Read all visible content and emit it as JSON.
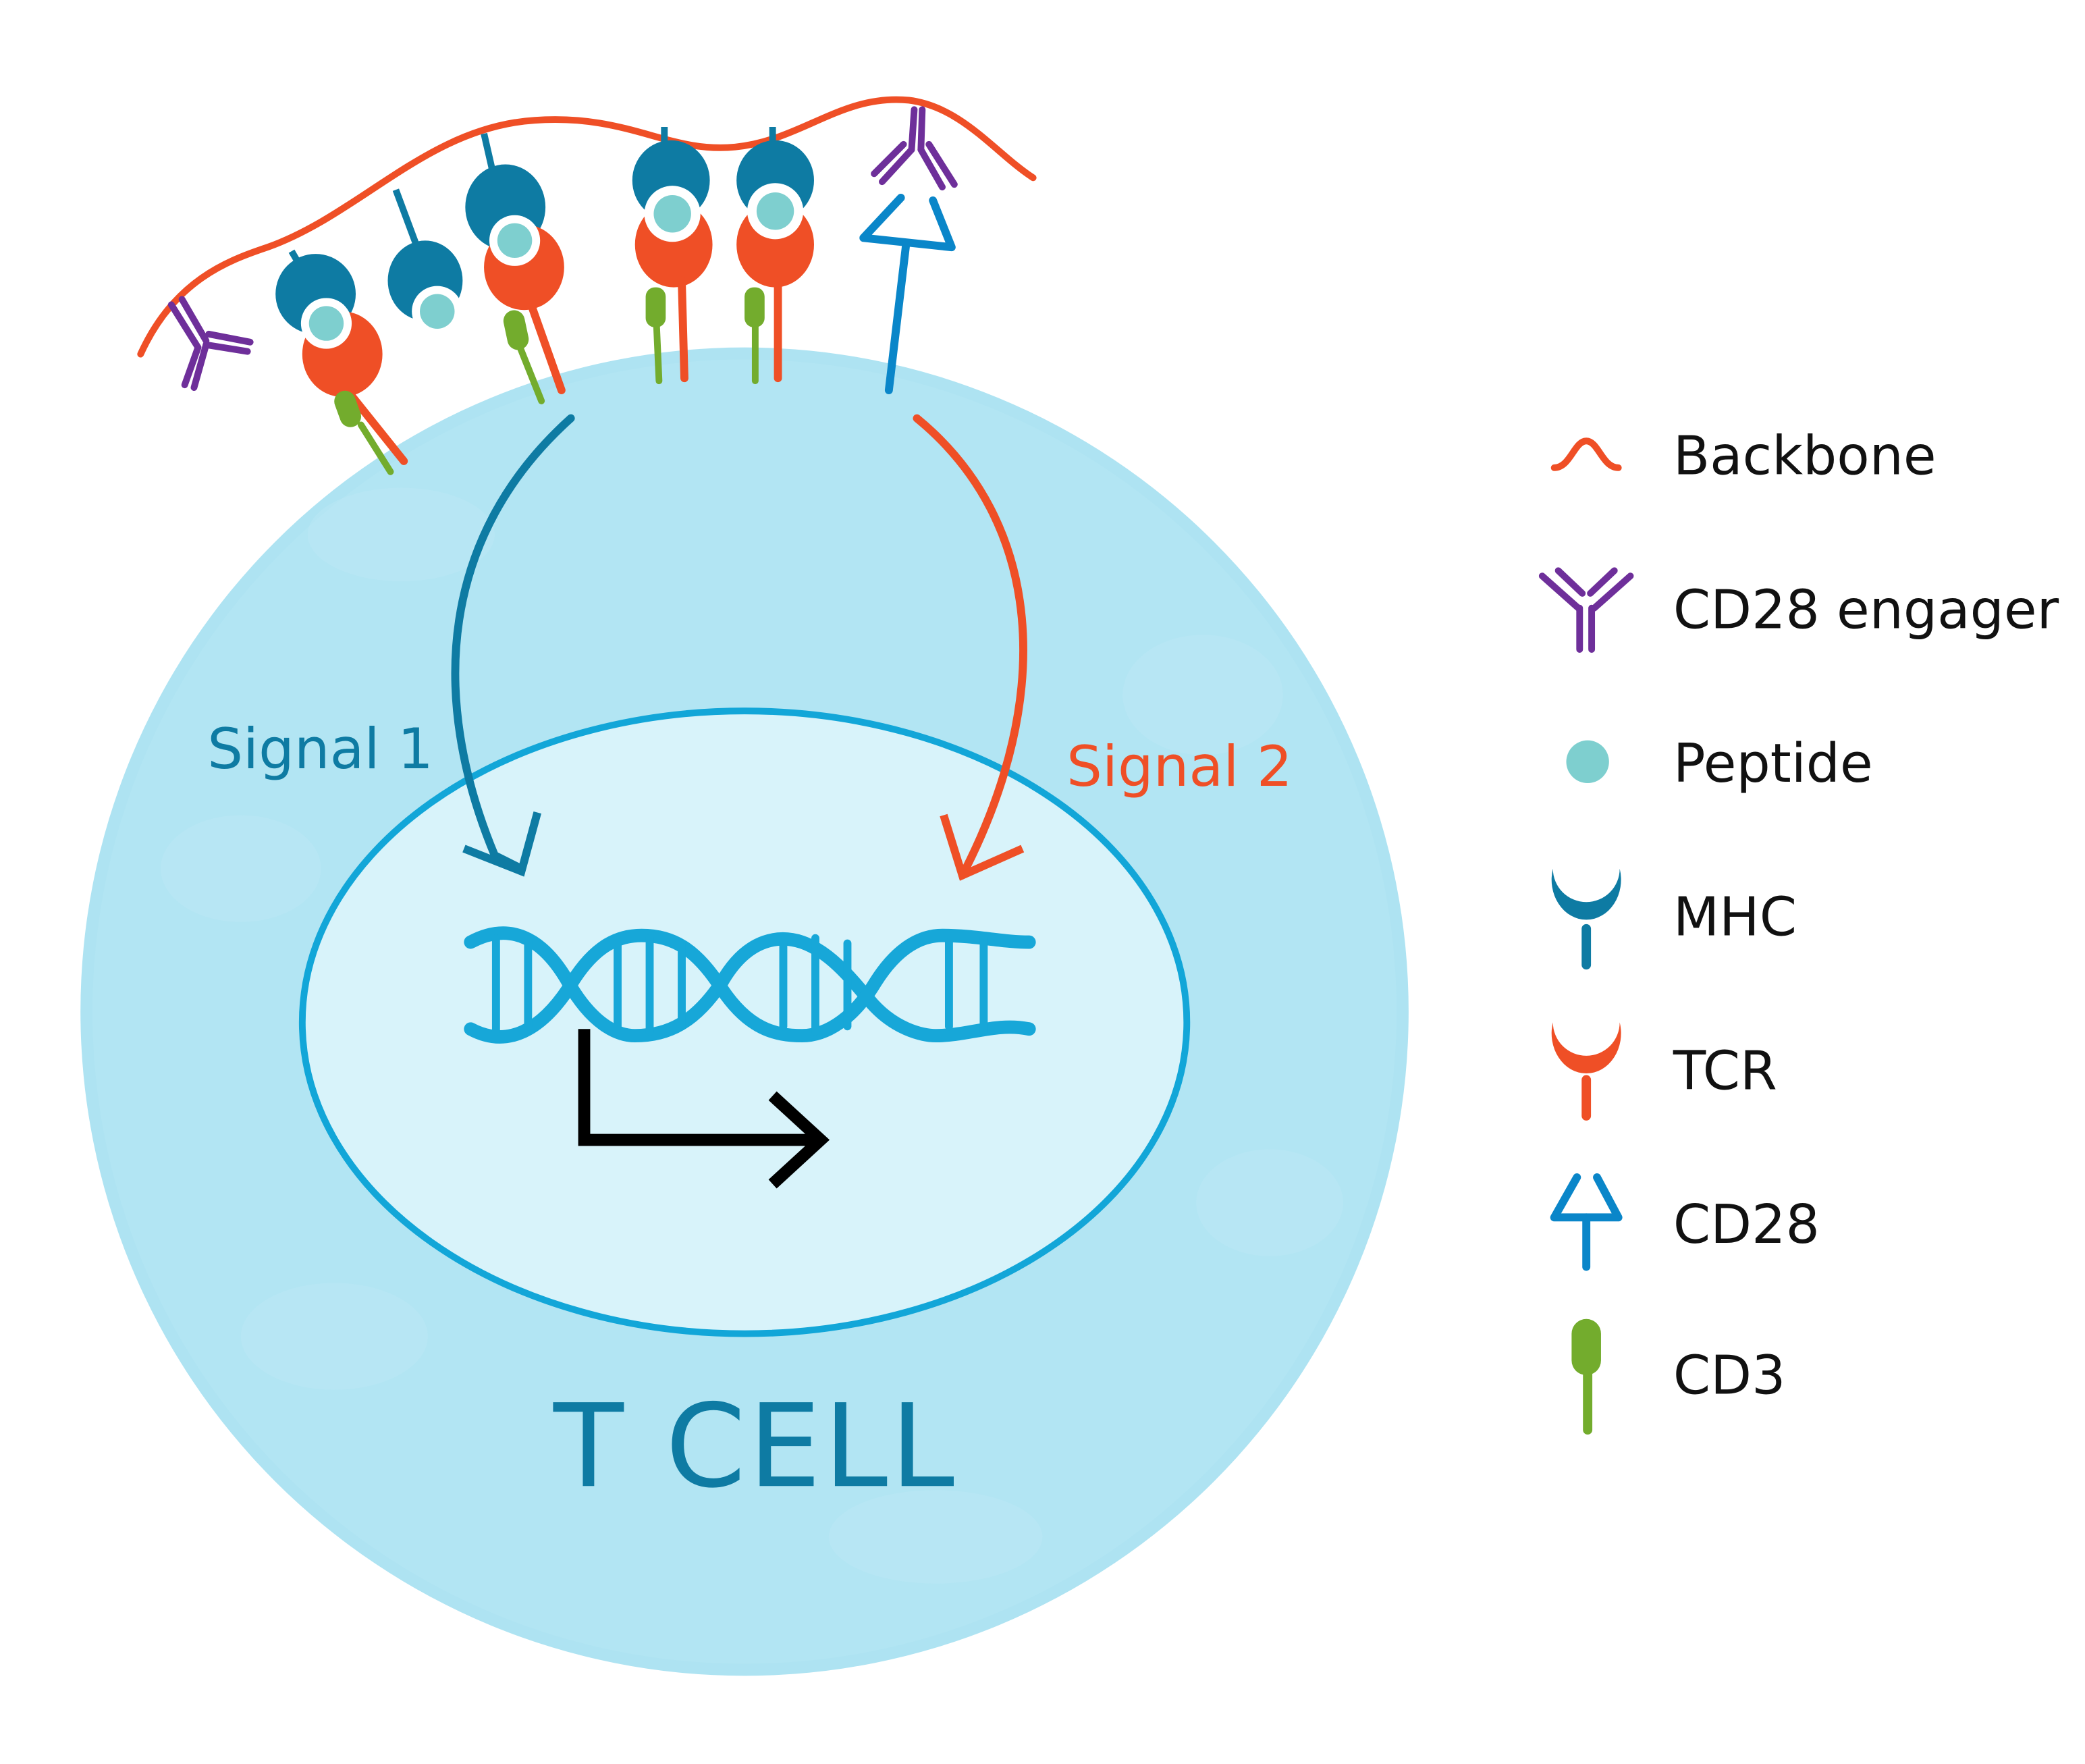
{
  "diagram": {
    "title": "T cell activation by a multivalent backbone carrying peptide-MHC and CD28 engager",
    "cell_label": "T CELL",
    "signals": [
      {
        "label": "Signal 1",
        "color": "#0e7ba3",
        "from": "MHC-peptide / TCR engagement"
      },
      {
        "label": "Signal 2",
        "color": "#ef4f26",
        "from": "CD28 engager / CD28 engagement"
      }
    ],
    "nucleus_content": [
      "dna-helix",
      "transcription-arrow"
    ]
  },
  "colors": {
    "backbone": "#ef4f26",
    "cd28_engager": "#6e2f9a",
    "peptide": "#7ecfcf",
    "mhc": "#0e7ba3",
    "tcr": "#ef4f26",
    "cd28": "#0a86c9",
    "cd3": "#73ac2d",
    "cell_fill": "#aee3f2",
    "nucleus_fill": "#d8f3fa",
    "nucleus_stroke": "#12a6d8",
    "dna": "#17a7d8",
    "cell_label": "#0e7ba3"
  },
  "legend": {
    "items": [
      {
        "icon": "backbone-icon",
        "label": "Backbone"
      },
      {
        "icon": "cd28-engager-icon",
        "label": "CD28 engager"
      },
      {
        "icon": "peptide-icon",
        "label": "Peptide"
      },
      {
        "icon": "mhc-icon",
        "label": "MHC"
      },
      {
        "icon": "tcr-icon",
        "label": "TCR"
      },
      {
        "icon": "cd28-icon",
        "label": "CD28"
      },
      {
        "icon": "cd3-icon",
        "label": "CD3"
      }
    ]
  }
}
